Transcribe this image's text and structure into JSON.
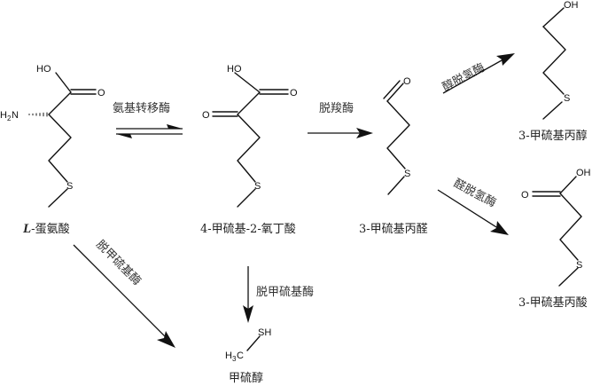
{
  "compounds": {
    "methionine": {
      "prefix": "L",
      "name": "-蛋氨酸",
      "atoms": {
        "hydroxyl": "HO",
        "carbonyl_o": "O",
        "amine_h": "H",
        "amine_sub": "2",
        "amine_n": "N",
        "sulfur": "S"
      }
    },
    "keto_acid": {
      "name": "4-甲硫基-2-氧丁酸",
      "atoms": {
        "hydroxyl": "HO",
        "carbonyl_o": "O",
        "keto_o": "O",
        "sulfur": "S"
      }
    },
    "methional": {
      "name": "3-甲硫基丙醛",
      "atoms": {
        "aldehyde_o": "O",
        "sulfur": "S"
      }
    },
    "methionol": {
      "name": "3-甲硫基丙醇",
      "atoms": {
        "hydroxyl": "OH",
        "sulfur": "S"
      }
    },
    "methylthio_propionic_acid": {
      "name": "3-甲硫基丙酸",
      "atoms": {
        "hydroxyl": "OH",
        "carbonyl_o": "O",
        "sulfur": "S"
      }
    },
    "methanethiol": {
      "name": "甲硫醇",
      "atoms": {
        "thiol": "SH",
        "methyl_h": "H",
        "methyl_sub": "3",
        "methyl_c": "C"
      }
    }
  },
  "enzymes": {
    "transaminase": "氨基转移酶",
    "decarboxylase": "脱羧酶",
    "alcohol_dehydrogenase": "醇脱氢酶",
    "aldehyde_dehydrogenase": "醛脱氢酶",
    "demethiolase_1": "脱甲硫基酶",
    "demethiolase_2": "脱甲硫基酶"
  }
}
